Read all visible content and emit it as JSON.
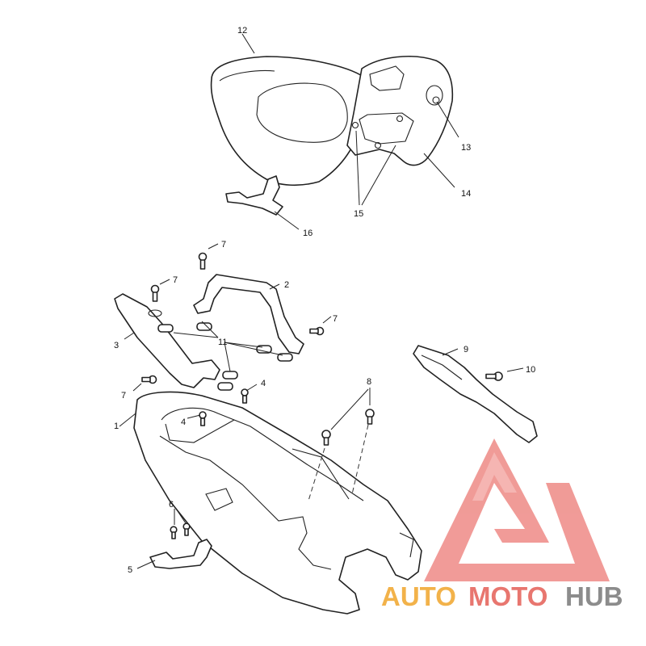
{
  "callouts": {
    "c1": "1",
    "c2": "2",
    "c3": "3",
    "c4a": "4",
    "c4b": "4",
    "c5": "5",
    "c6": "6",
    "c7a": "7",
    "c7b": "7",
    "c7c": "7",
    "c7d": "7",
    "c8": "8",
    "c9": "9",
    "c10": "10",
    "c11": "11",
    "c12": "12",
    "c13": "13",
    "c14": "14",
    "c15": "15",
    "c16": "16"
  },
  "watermark": {
    "word_auto": "AUTO",
    "word_moto": "MOTO",
    "word_hub": "HUB",
    "color_auto": "#f2b24a",
    "color_moto": "#e8766f",
    "color_hub": "#8c8c8c",
    "logo_color": "#ee8a86"
  }
}
